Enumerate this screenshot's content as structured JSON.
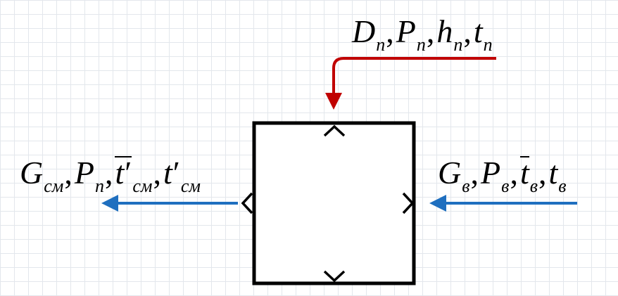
{
  "colors": {
    "input_top": "#c00000",
    "flow_horizontal": "#1f6fbf",
    "block": "#000000"
  },
  "labels": {
    "top": {
      "D": "D",
      "D_sub": "п",
      "P": "P",
      "P_sub": "п",
      "h": "h",
      "h_sub": "п",
      "t": "t",
      "t_sub": "п"
    },
    "left": {
      "G": "G",
      "G_sub": "см",
      "P": "P",
      "P_sub": "п",
      "tbar": "t",
      "tbar_prime": "′",
      "tbar_sub": "см",
      "t": "t",
      "t_prime": "′",
      "t_sub": "см"
    },
    "right": {
      "G": "G",
      "G_sub": "в",
      "P": "P",
      "P_sub": "в",
      "tbar": "t",
      "tbar_sub": "в",
      "t": "t",
      "t_sub": "в"
    },
    "separator": ","
  }
}
